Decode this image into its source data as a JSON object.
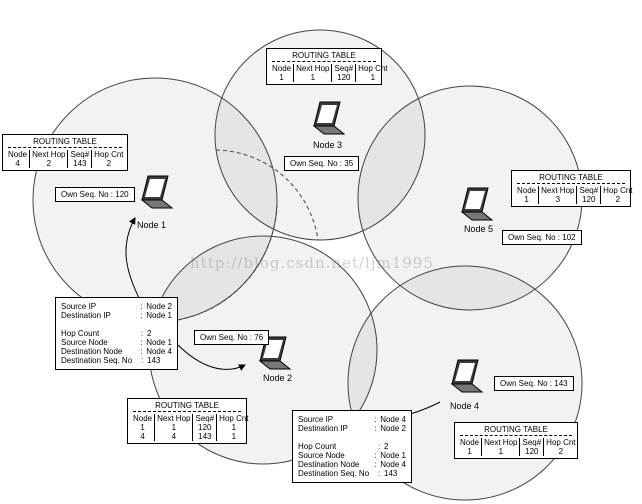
{
  "watermark": "http://blog.csdn.net/ljm1995",
  "routing_table_title": "ROUTING TABLE",
  "routing_table_columns": [
    "Node",
    "Next Hop",
    "Seq#",
    "Hop Cnt"
  ],
  "nodes": [
    {
      "id": "node1",
      "label": "Node 1",
      "own_seq": "Own Seq. No : 120",
      "table": [
        [
          "4",
          "2",
          "143",
          "2"
        ]
      ]
    },
    {
      "id": "node2",
      "label": "Node 2",
      "own_seq": "Own Seq. No : 76",
      "table": [
        [
          "1",
          "1",
          "120",
          "1"
        ],
        [
          "4",
          "4",
          "143",
          "1"
        ]
      ]
    },
    {
      "id": "node3",
      "label": "Node 3",
      "own_seq": "Own Seq. No : 35",
      "table": [
        [
          "1",
          "1",
          "120",
          "1"
        ]
      ]
    },
    {
      "id": "node4",
      "label": "Node 4",
      "own_seq": "Own Seq. No : 143",
      "table": [
        [
          "1",
          "1",
          "120",
          "2"
        ]
      ]
    },
    {
      "id": "node5",
      "label": "Node 5",
      "own_seq": "Own Seq. No : 102",
      "table": [
        [
          "1",
          "3",
          "120",
          "2"
        ]
      ]
    }
  ],
  "packets": [
    {
      "id": "rrep-2-to-1",
      "header": [
        [
          "Source IP",
          "Node 2"
        ],
        [
          "Destination IP",
          "Node 1"
        ]
      ],
      "body": [
        [
          "Hop Count",
          "2"
        ],
        [
          "Source Node",
          "Node 1"
        ],
        [
          "Destination Node",
          "Node 4"
        ],
        [
          "Destination Seq. No",
          "143"
        ]
      ]
    },
    {
      "id": "rrep-4-to-2",
      "header": [
        [
          "Source IP",
          "Node 4"
        ],
        [
          "Destination IP",
          "Node 2"
        ]
      ],
      "body": [
        [
          "Hop Count",
          "2"
        ],
        [
          "Source Node",
          "Node 1"
        ],
        [
          "Destination Node",
          "Node 4"
        ],
        [
          "Destination Seq. No",
          "143"
        ]
      ]
    }
  ]
}
